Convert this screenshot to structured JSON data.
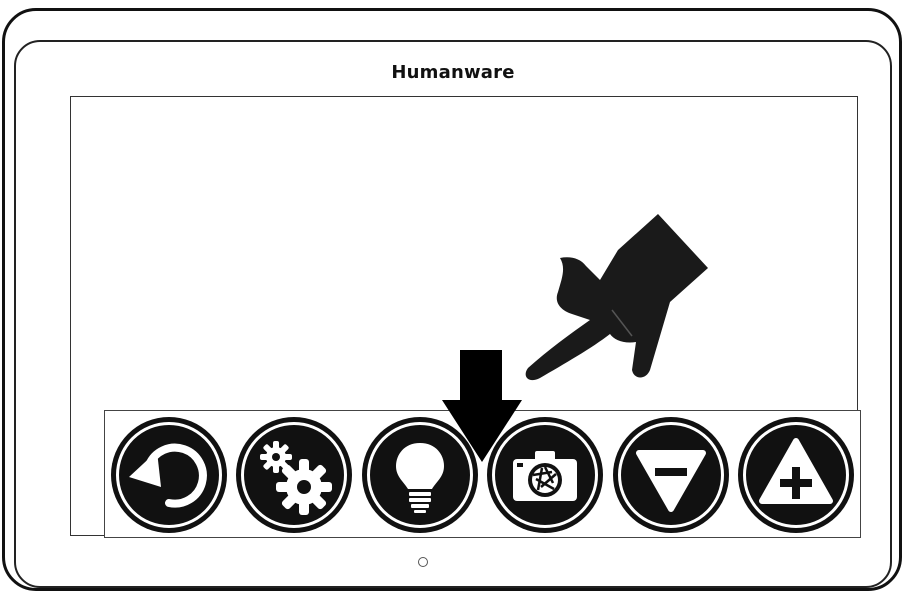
{
  "device": {
    "brand_text": "Humanware"
  },
  "toolbar": {
    "buttons": [
      {
        "name": "back",
        "icon": "undo-arrow-icon"
      },
      {
        "name": "settings",
        "icon": "gears-icon"
      },
      {
        "name": "light",
        "icon": "lightbulb-icon"
      },
      {
        "name": "camera",
        "icon": "camera-shutter-icon"
      },
      {
        "name": "zoom-out",
        "icon": "triangle-minus-icon"
      },
      {
        "name": "zoom-in",
        "icon": "triangle-plus-icon"
      }
    ]
  },
  "colors": {
    "button_fill": "#111111",
    "icon": "#ffffff",
    "outline": "#222222"
  }
}
